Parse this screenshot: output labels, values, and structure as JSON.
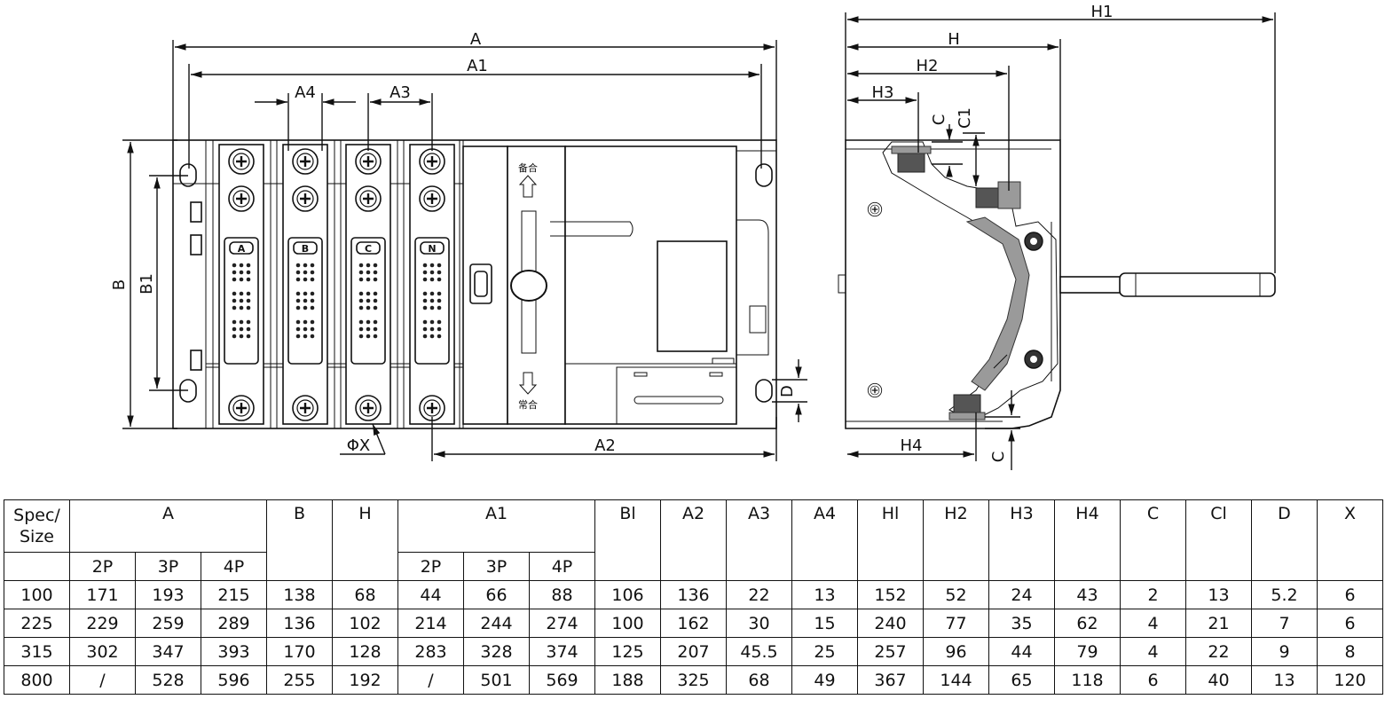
{
  "drawing": {
    "front_labels": {
      "A": "A",
      "A1": "A1",
      "A2": "A2",
      "A3": "A3",
      "A4": "A4",
      "B": "B",
      "B1": "B1",
      "D": "D",
      "PhiX": "ΦX"
    },
    "side_labels": {
      "H": "H",
      "H1": "H1",
      "H2": "H2",
      "H3": "H3",
      "H4": "H4",
      "C_top": "C",
      "C1": "C1",
      "C_bottom": "C"
    },
    "poles": [
      "A",
      "B",
      "C",
      "N"
    ],
    "switch_labels": {
      "top": "备合",
      "bottom": "常合"
    }
  },
  "table": {
    "header": {
      "spec": "Spec/\nSize",
      "A": "A",
      "B": "B",
      "H": "H",
      "A1": "A1",
      "B1": "Bl",
      "A2": "A2",
      "A3": "A3",
      "A4": "A4",
      "H1": "Hl",
      "H2": "H2",
      "H3": "H3",
      "H4": "H4",
      "C": "C",
      "C1": "Cl",
      "D": "D",
      "X": "X"
    },
    "subheader": {
      "A": [
        "2P",
        "3P",
        "4P"
      ],
      "A1": [
        "2P",
        "3P",
        "4P"
      ]
    },
    "rows": [
      [
        "100",
        "171",
        "193",
        "215",
        "138",
        "68",
        "44",
        "66",
        "88",
        "106",
        "136",
        "22",
        "13",
        "152",
        "52",
        "24",
        "43",
        "2",
        "13",
        "5.2",
        "6"
      ],
      [
        "225",
        "229",
        "259",
        "289",
        "136",
        "102",
        "214",
        "244",
        "274",
        "100",
        "162",
        "30",
        "15",
        "240",
        "77",
        "35",
        "62",
        "4",
        "21",
        "7",
        "6"
      ],
      [
        "315",
        "302",
        "347",
        "393",
        "170",
        "128",
        "283",
        "328",
        "374",
        "125",
        "207",
        "45.5",
        "25",
        "257",
        "96",
        "44",
        "79",
        "4",
        "22",
        "9",
        "8"
      ],
      [
        "800",
        "/",
        "528",
        "596",
        "255",
        "192",
        "/",
        "501",
        "569",
        "188",
        "325",
        "68",
        "49",
        "367",
        "144",
        "65",
        "118",
        "6",
        "40",
        "13",
        "120"
      ]
    ]
  }
}
